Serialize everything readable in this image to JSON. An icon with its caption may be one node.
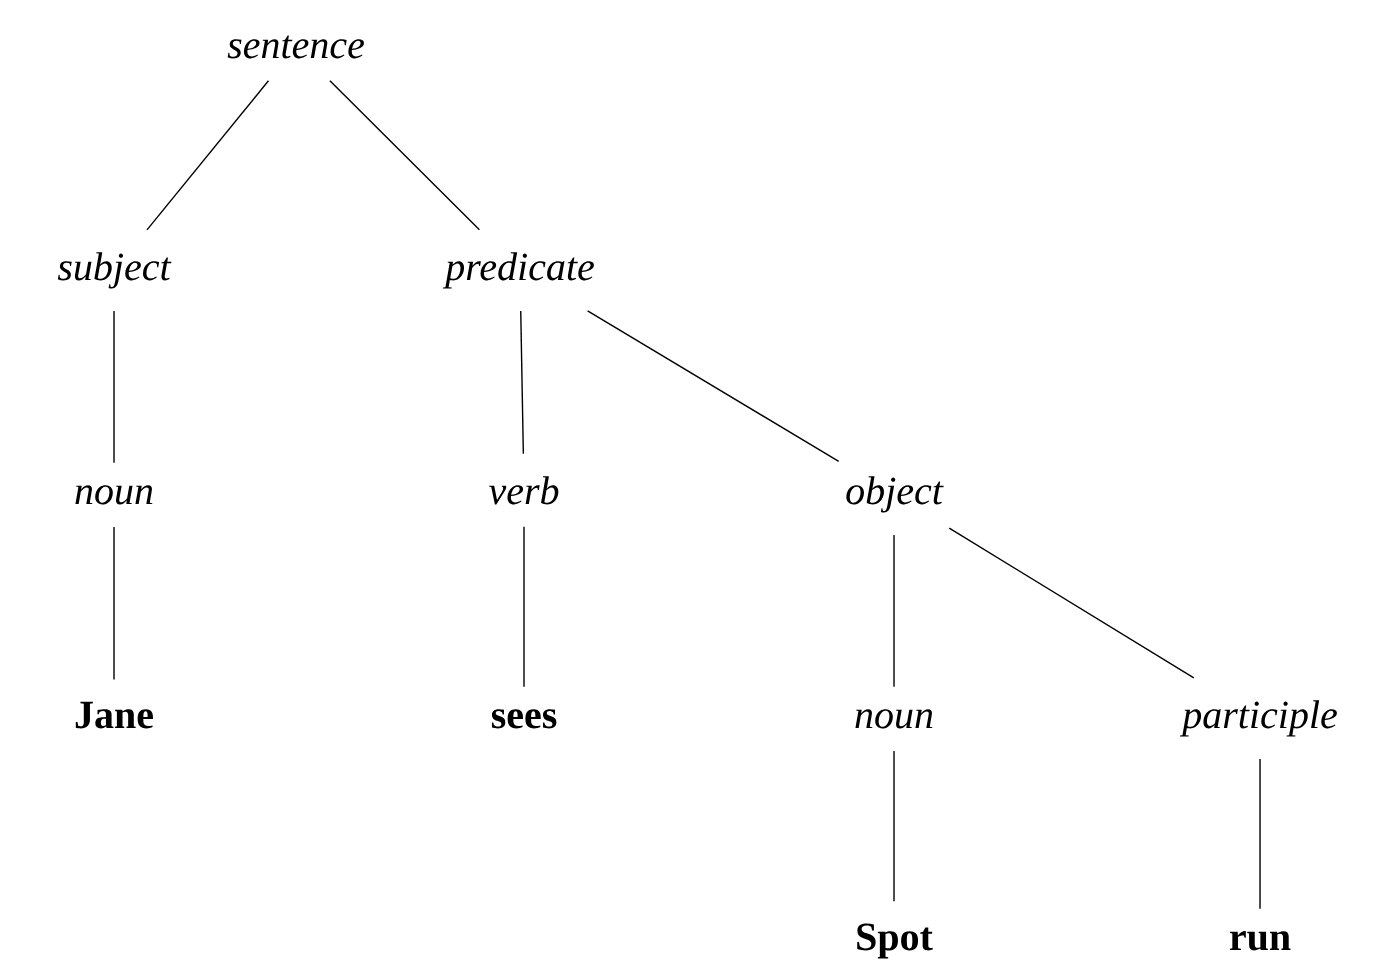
{
  "diagram": {
    "nodes": [
      {
        "text": [
          "sentence"
        ]
      },
      {
        "text": [
          "subject"
        ]
      },
      {
        "text": [
          "predicate"
        ]
      },
      {
        "text": [
          "noun"
        ]
      },
      {
        "text": [
          "verb"
        ]
      },
      {
        "text": [
          "object"
        ]
      },
      {
        "text": [
          "Jane"
        ]
      },
      {
        "text": [
          "sees"
        ]
      },
      {
        "text": [
          "noun"
        ]
      },
      {
        "text": [
          "participle"
        ]
      },
      {
        "text": [
          "Spot"
        ]
      },
      {
        "text": [
          "run"
        ]
      }
    ],
    "edges": [
      {
        "from": 0,
        "to": 1,
        "arrow": "none"
      },
      {
        "from": 0,
        "to": 2,
        "arrow": "none"
      },
      {
        "from": 1,
        "to": 3,
        "arrow": "none"
      },
      {
        "from": 2,
        "to": 4,
        "arrow": "none"
      },
      {
        "from": 2,
        "to": 5,
        "arrow": "none"
      },
      {
        "from": 3,
        "to": 6,
        "arrow": "none"
      },
      {
        "from": 4,
        "to": 7,
        "arrow": "none"
      },
      {
        "from": 5,
        "to": 8,
        "arrow": "none"
      },
      {
        "from": 5,
        "to": 9,
        "arrow": "none"
      },
      {
        "from": 8,
        "to": 10,
        "arrow": "none"
      },
      {
        "from": 9,
        "to": 11,
        "arrow": "none"
      }
    ]
  }
}
